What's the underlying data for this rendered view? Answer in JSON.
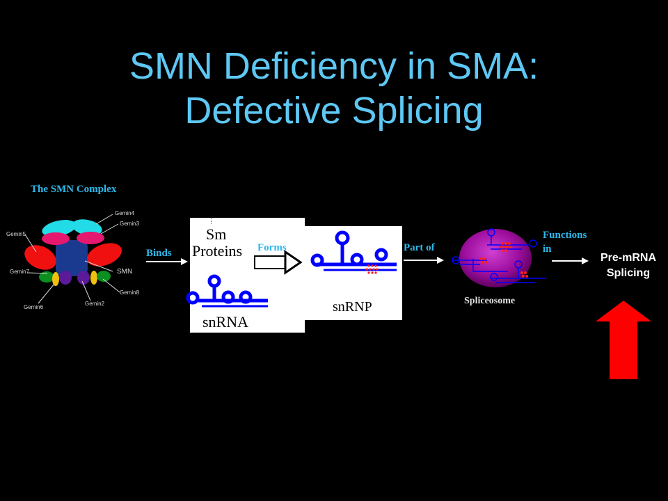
{
  "title": {
    "line1": "SMN Deficiency in SMA:",
    "line2": "Defective Splicing"
  },
  "complex": {
    "heading": "The SMN Complex",
    "labels": {
      "gemin4": "Gemin4",
      "gemin3": "Gemin3",
      "gemin5": "Gemin5",
      "gemin7": "Gemin7",
      "smn": "SMN",
      "gemin8": "Gemin8",
      "gemin6": "Gemin6",
      "gemin2": "Gemin2"
    }
  },
  "flow": {
    "binds": "Binds",
    "sm_proteins_line1": "Sm",
    "sm_proteins_line2": "Proteins",
    "snrna": "snRNA",
    "forms": "Forms",
    "snrnp": "snRNP",
    "part_of": "Part of",
    "spliceosome": "Spliceosome",
    "functions_line1": "Functions",
    "functions_line2": "in",
    "result_line1": "Pre-mRNA",
    "result_line2": "Splicing"
  },
  "colors": {
    "title": "#5ec8f4",
    "label": "#2fb8ea",
    "arrow_up": "#ff0000",
    "rna": "#0000ff",
    "spliceosome": "#c020c0"
  }
}
